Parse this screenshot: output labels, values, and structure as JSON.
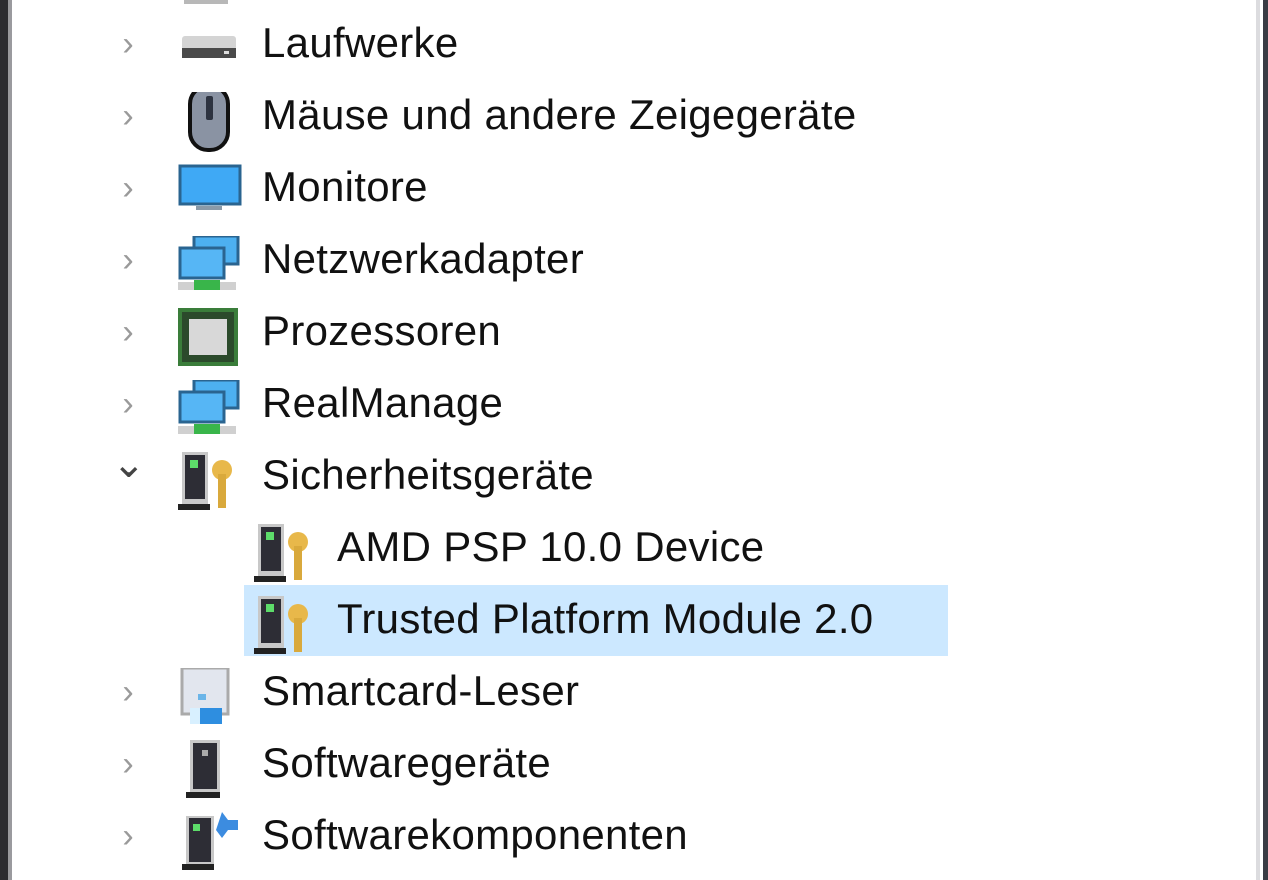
{
  "tree": {
    "items": [
      {
        "label": "Laufwerke",
        "icon": "drive-icon",
        "expanded": false,
        "level": 1
      },
      {
        "label": "Mäuse und andere Zeigegeräte",
        "icon": "mouse-icon",
        "expanded": false,
        "level": 1
      },
      {
        "label": "Monitore",
        "icon": "monitor-icon",
        "expanded": false,
        "level": 1
      },
      {
        "label": "Netzwerkadapter",
        "icon": "network-adapter-icon",
        "expanded": false,
        "level": 1
      },
      {
        "label": "Prozessoren",
        "icon": "processor-icon",
        "expanded": false,
        "level": 1
      },
      {
        "label": "RealManage",
        "icon": "network-adapter-icon",
        "expanded": false,
        "level": 1
      },
      {
        "label": "Sicherheitsgeräte",
        "icon": "security-device-icon",
        "expanded": true,
        "level": 1
      },
      {
        "label": "AMD PSP 10.0 Device",
        "icon": "security-device-icon",
        "level": 2
      },
      {
        "label": "Trusted Platform Module 2.0",
        "icon": "security-device-icon",
        "level": 2,
        "selected": true
      },
      {
        "label": "Smartcard-Leser",
        "icon": "smartcard-reader-icon",
        "expanded": false,
        "level": 1
      },
      {
        "label": "Softwaregeräte",
        "icon": "software-device-icon",
        "expanded": false,
        "level": 1
      },
      {
        "label": "Softwarekomponenten",
        "icon": "software-component-icon",
        "expanded": false,
        "level": 1
      }
    ]
  },
  "colors": {
    "selection": "#cce8ff"
  }
}
